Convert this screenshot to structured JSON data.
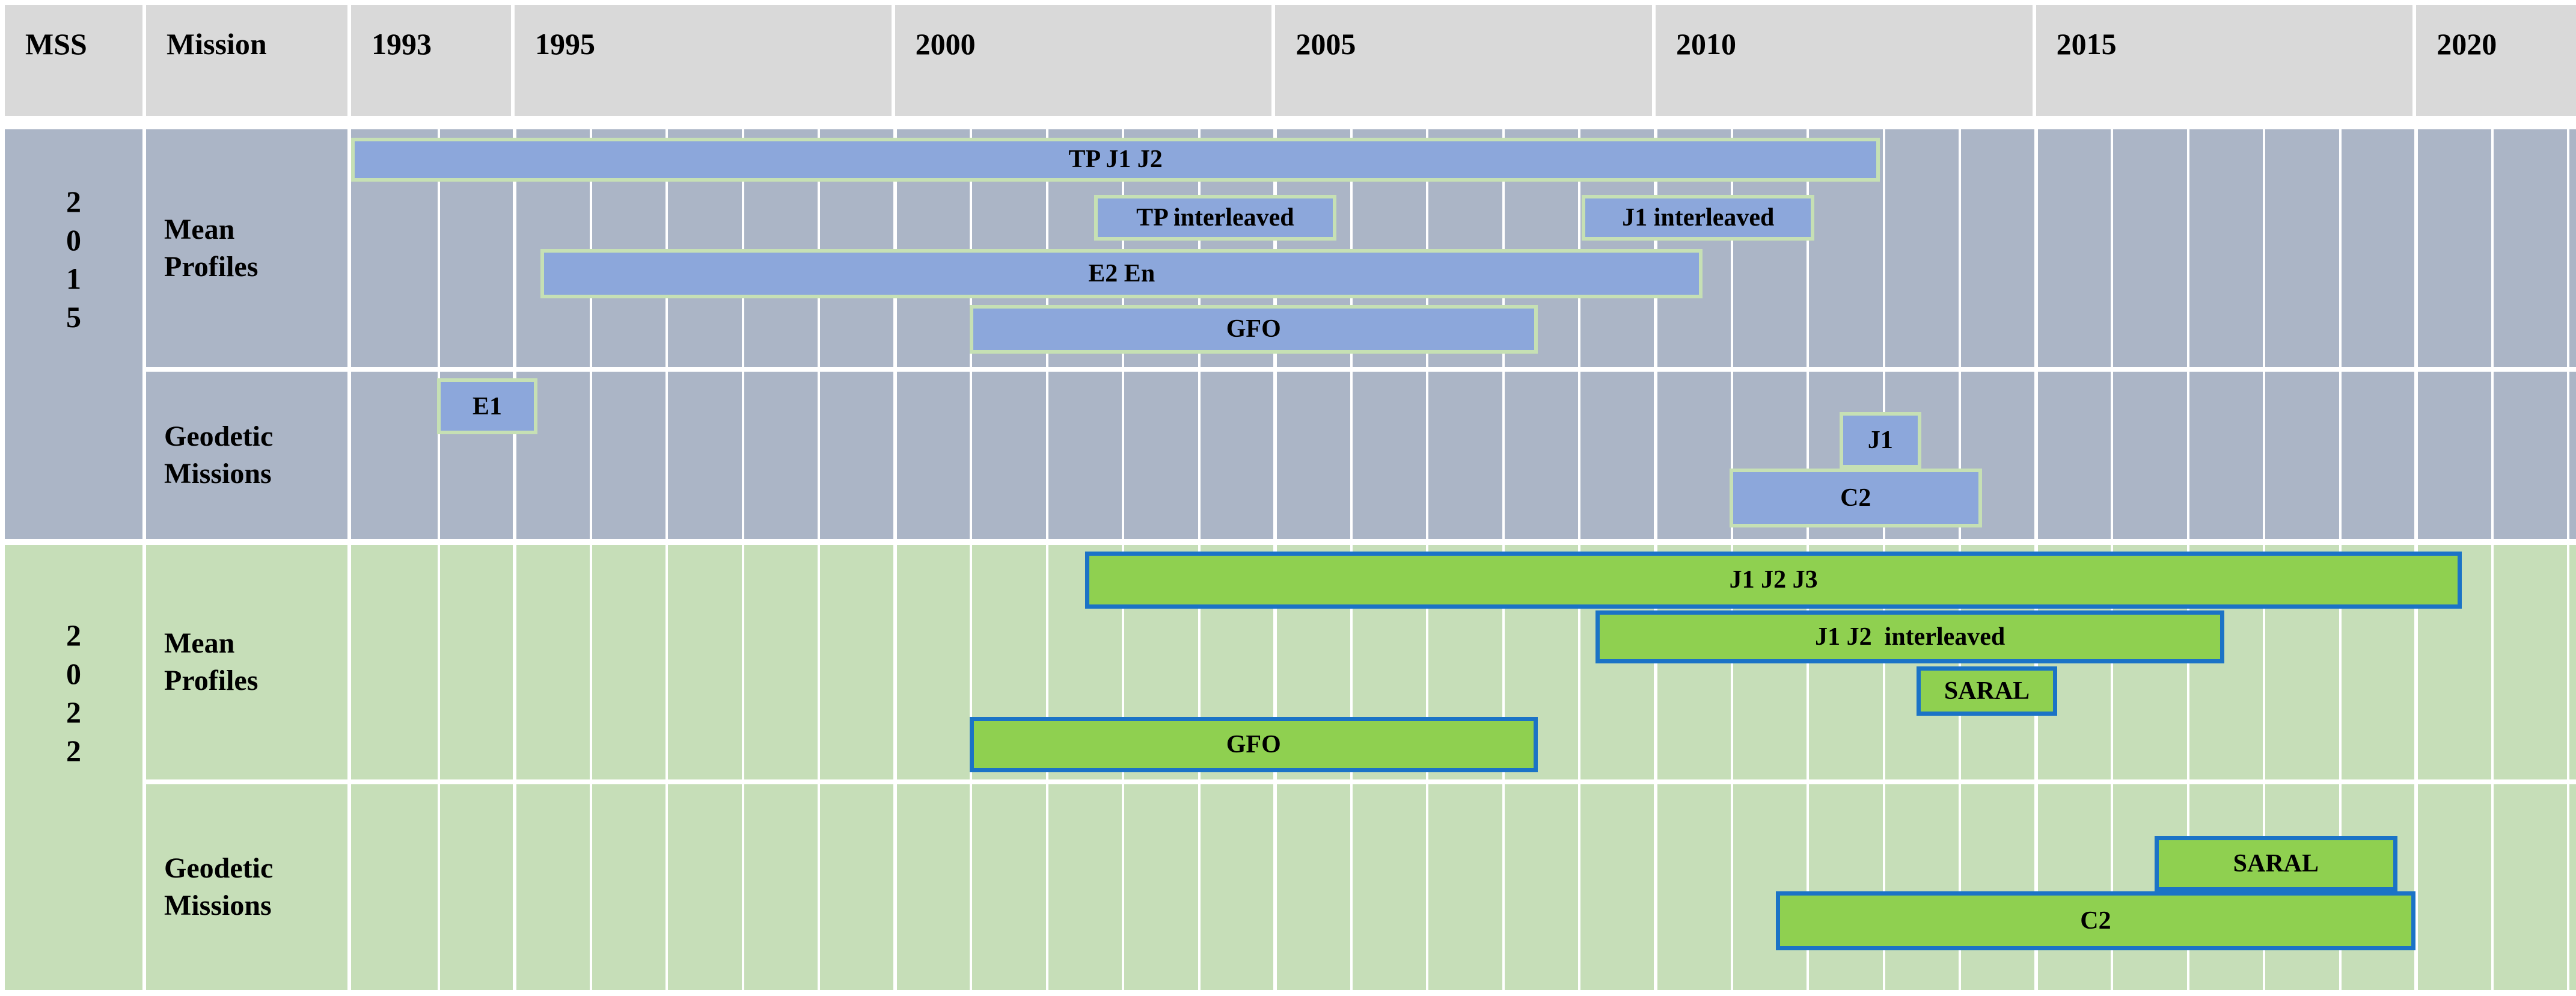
{
  "header": {
    "mss_label": "MSS",
    "mission_label": "Mission",
    "background": "#d9d9d9",
    "year_cells": [
      {
        "label": "1993",
        "start": 1992.85,
        "end": 1995
      },
      {
        "label": "1995",
        "start": 1995,
        "end": 2000
      },
      {
        "label": "2000",
        "start": 2000,
        "end": 2005
      },
      {
        "label": "2005",
        "start": 2005,
        "end": 2010
      },
      {
        "label": "2010",
        "start": 2010,
        "end": 2015
      },
      {
        "label": "2015",
        "start": 2015,
        "end": 2020
      },
      {
        "label": "2020",
        "start": 2020,
        "end": 2022.1
      }
    ]
  },
  "chart_data": {
    "type": "bar",
    "subtype": "gantt-timeline",
    "xlabel": "",
    "ylabel": "",
    "x_range": [
      1992.85,
      2022.1
    ],
    "x_ticks": [
      "1993",
      "1995",
      "2000",
      "2005",
      "2010",
      "2015",
      "2020"
    ],
    "grid": {
      "color": "#ffffff",
      "minor_years": [
        1994,
        1996,
        1997,
        1998,
        1999,
        2001,
        2002,
        2003,
        2004,
        2006,
        2007,
        2008,
        2009,
        2011,
        2012,
        2013,
        2014,
        2016,
        2017,
        2018,
        2019,
        2021,
        2022
      ],
      "major_years": [
        1995,
        2000,
        2005,
        2010,
        2015,
        2020
      ]
    },
    "sections": [
      {
        "id": "mss-2015",
        "mss_year": "2015",
        "mss_chars": [
          "2",
          "0",
          "1",
          "5"
        ],
        "colors": {
          "background": "#abb5c6",
          "bar_fill": "#8ca7db",
          "bar_border": "#c6e0b4"
        },
        "rows": [
          {
            "id": "mean-profiles",
            "label_lines": [
              "Mean",
              "Profiles"
            ],
            "bars": [
              {
                "label": "TP J1 J2",
                "start": 1992.85,
                "end": 2012.95,
                "top_pct": 3.5,
                "height_pct": 18.5
              },
              {
                "label": "TP interleaved",
                "start": 2002.62,
                "end": 2005.8,
                "top_pct": 27.6,
                "height_pct": 19.2
              },
              {
                "label": "J1 interleaved",
                "start": 2009.03,
                "end": 2012.09,
                "top_pct": 27.6,
                "height_pct": 19.2
              },
              {
                "label": "E2 En",
                "start": 1995.34,
                "end": 2010.62,
                "top_pct": 50.4,
                "height_pct": 20.8
              },
              {
                "label": "GFO",
                "start": 2000.98,
                "end": 2008.45,
                "top_pct": 73.9,
                "height_pct": 20.5
              }
            ]
          },
          {
            "id": "geodetic-missions",
            "label_lines": [
              "Geodetic",
              "Missions"
            ],
            "bars": [
              {
                "label": "E1",
                "start": 1993.98,
                "end": 1995.3,
                "top_pct": 4.0,
                "height_pct": 33.5
              },
              {
                "label": "J1",
                "start": 2012.42,
                "end": 2013.49,
                "top_pct": 24.1,
                "height_pct": 33.8
              },
              {
                "label": "C2",
                "start": 2010.97,
                "end": 2014.29,
                "top_pct": 57.9,
                "height_pct": 35.3
              }
            ]
          }
        ]
      },
      {
        "id": "mss-2022",
        "mss_year": "2022",
        "mss_chars": [
          "2",
          "0",
          "2",
          "2"
        ],
        "colors": {
          "background": "#c6deb8",
          "bar_fill": "#8fd050",
          "bar_border": "#1b73c6"
        },
        "rows": [
          {
            "id": "mean-profiles",
            "label_lines": [
              "Mean",
              "Profiles"
            ],
            "bars": [
              {
                "label": "J1 J2 J3",
                "start": 2002.5,
                "end": 2020.6,
                "top_pct": 2.8,
                "height_pct": 24.3
              },
              {
                "label": "J1 J2  interleaved",
                "start": 2009.21,
                "end": 2017.48,
                "top_pct": 27.9,
                "height_pct": 22.6
              },
              {
                "label": "SARAL",
                "start": 2013.43,
                "end": 2015.28,
                "top_pct": 51.8,
                "height_pct": 21.0
              },
              {
                "label": "GFO",
                "start": 2000.98,
                "end": 2008.45,
                "top_pct": 73.3,
                "height_pct": 23.6
              }
            ]
          },
          {
            "id": "geodetic-missions",
            "label_lines": [
              "Geodetic",
              "Missions"
            ],
            "bars": [
              {
                "label": "SARAL",
                "start": 2016.56,
                "end": 2019.75,
                "top_pct": 25.1,
                "height_pct": 26.9
              },
              {
                "label": "C2",
                "start": 2011.58,
                "end": 2019.99,
                "top_pct": 52.0,
                "height_pct": 28.7
              }
            ]
          }
        ]
      }
    ]
  }
}
